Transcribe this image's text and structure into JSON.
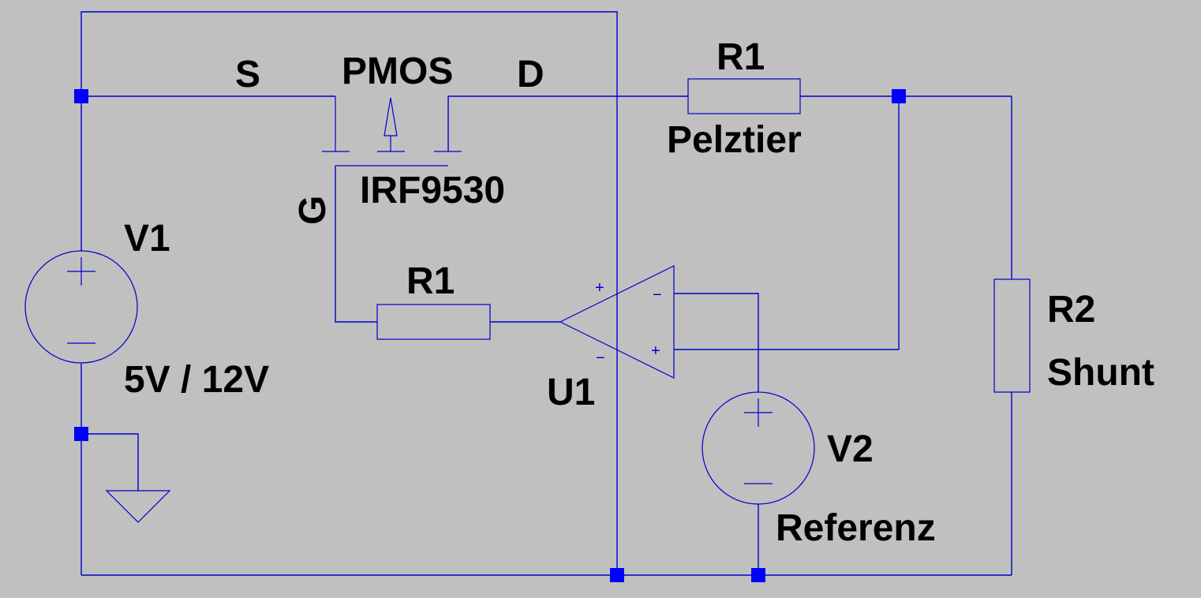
{
  "colors": {
    "background": "#c0c0c0",
    "wire": "#0000cc",
    "junction": "#0000ff",
    "text": "#000000"
  },
  "mosfet": {
    "source_label": "S",
    "type_label": "PMOS",
    "drain_label": "D",
    "gate_label": "G",
    "model": "IRF9530"
  },
  "r_load": {
    "name": "R1",
    "value": "Pelztier"
  },
  "r_gate": {
    "name": "R1"
  },
  "r_shunt": {
    "name": "R2",
    "value": "Shunt"
  },
  "v_supply": {
    "name": "V1",
    "value": "5V / 12V"
  },
  "v_ref": {
    "name": "V2",
    "value": "Referenz"
  },
  "opamp": {
    "name": "U1",
    "plus_sign": "+",
    "minus_sign": "−"
  }
}
